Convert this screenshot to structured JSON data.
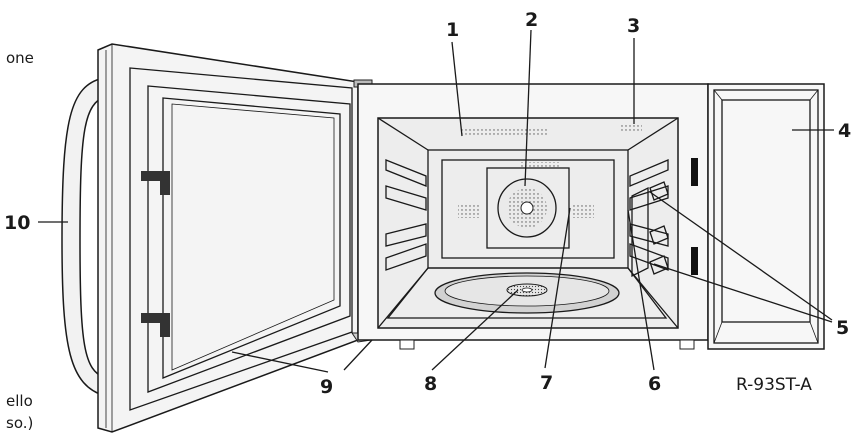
{
  "model": "R-93ST-A",
  "side_text": [
    "one",
    "ello",
    "so.)"
  ],
  "callouts": [
    {
      "id": "1",
      "label": "1"
    },
    {
      "id": "2",
      "label": "2"
    },
    {
      "id": "3",
      "label": "3"
    },
    {
      "id": "4",
      "label": "4"
    },
    {
      "id": "5",
      "label": "5"
    },
    {
      "id": "6",
      "label": "6"
    },
    {
      "id": "7",
      "label": "7"
    },
    {
      "id": "8",
      "label": "8"
    },
    {
      "id": "9",
      "label": "9"
    },
    {
      "id": "10",
      "label": "10"
    }
  ]
}
